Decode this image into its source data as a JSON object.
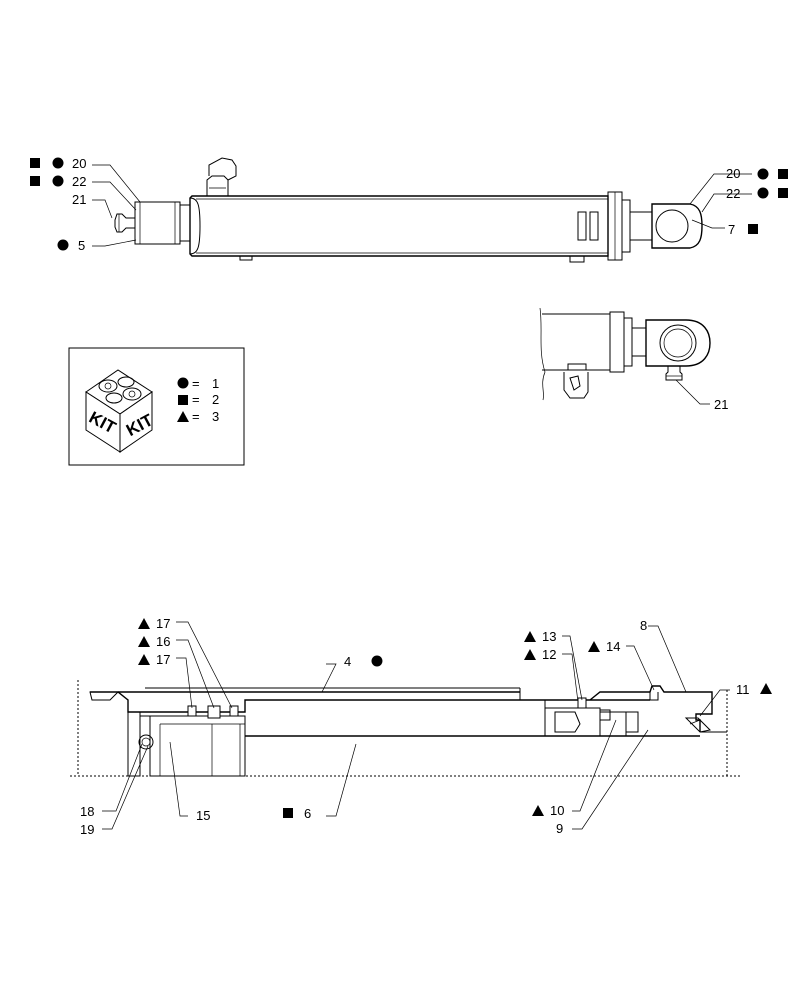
{
  "kit_legend": {
    "box_labels": [
      "KIT",
      "KIT"
    ],
    "entries": [
      {
        "symbol": "circle",
        "eq": "=",
        "value": "1"
      },
      {
        "symbol": "square",
        "eq": "=",
        "value": "2"
      },
      {
        "symbol": "triangle",
        "eq": "=",
        "value": "3"
      }
    ]
  },
  "callouts": {
    "c20_left": "20",
    "c22_left": "22",
    "c21_left": "21",
    "c5": "5",
    "c20_right": "20",
    "c22_right": "22",
    "c7": "7",
    "c21_detail": "21",
    "c17_top": "17",
    "c16": "16",
    "c17_mid": "17",
    "c4": "4",
    "c13": "13",
    "c12": "12",
    "c14": "14",
    "c8": "8",
    "c11": "11",
    "c18": "18",
    "c19": "19",
    "c15": "15",
    "c6": "6",
    "c10": "10",
    "c9": "9"
  }
}
